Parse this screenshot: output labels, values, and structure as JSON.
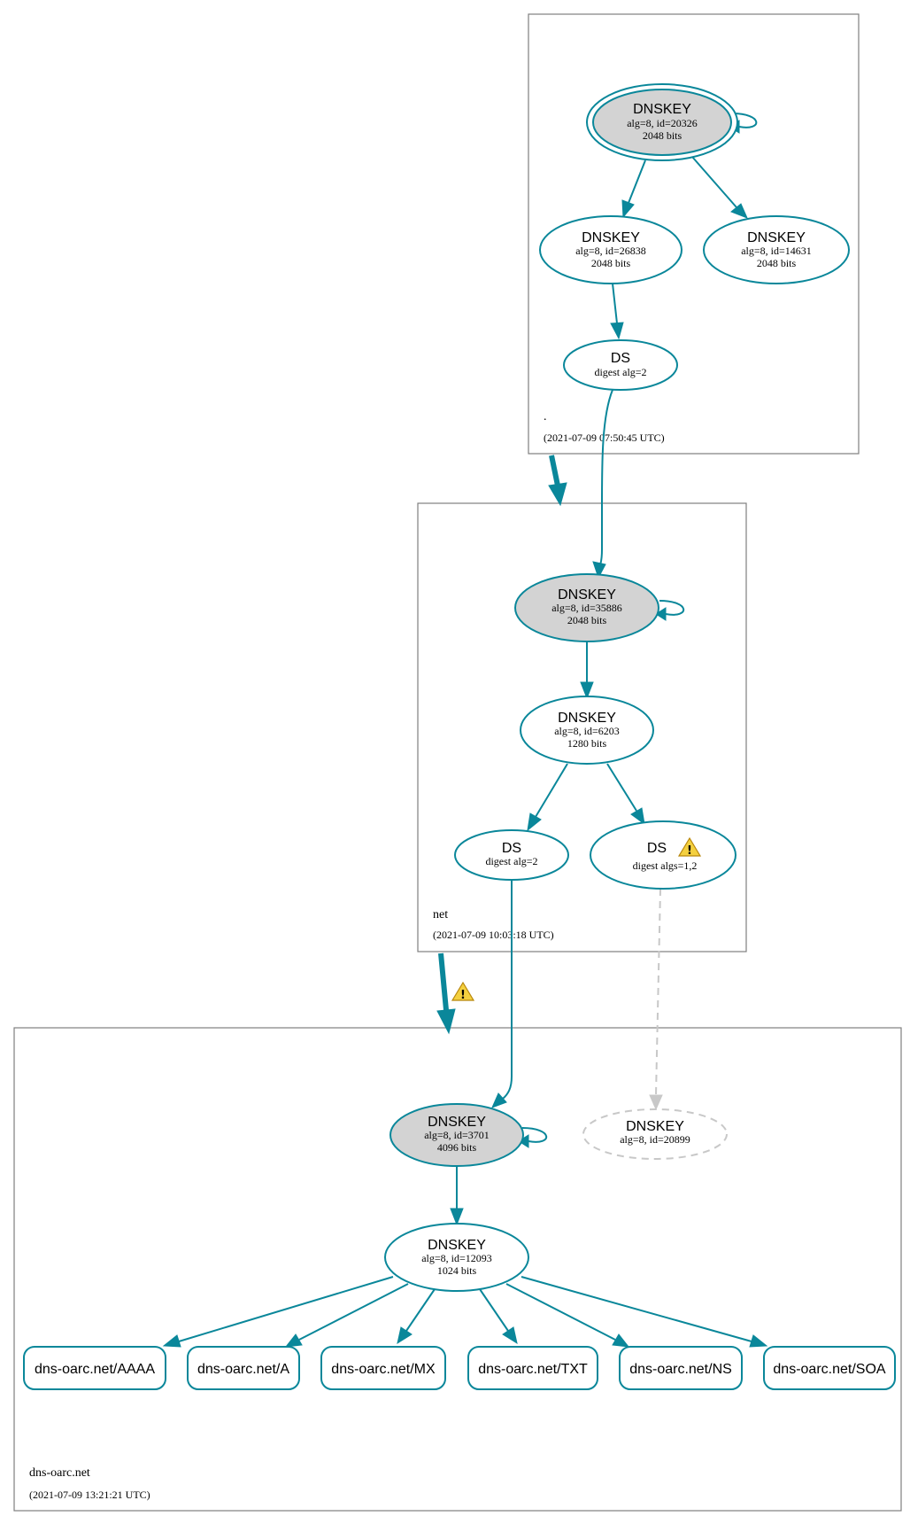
{
  "zones": {
    "root": {
      "name": ".",
      "timestamp": "(2021-07-09 07:50:45 UTC)"
    },
    "net": {
      "name": "net",
      "timestamp": "(2021-07-09 10:03:18 UTC)"
    },
    "dnsoarc": {
      "name": "dns-oarc.net",
      "timestamp": "(2021-07-09 13:21:21 UTC)"
    }
  },
  "nodes": {
    "root_ksk": {
      "title": "DNSKEY",
      "line1": "alg=8, id=20326",
      "line2": "2048 bits"
    },
    "root_zsk1": {
      "title": "DNSKEY",
      "line1": "alg=8, id=26838",
      "line2": "2048 bits"
    },
    "root_zsk2": {
      "title": "DNSKEY",
      "line1": "alg=8, id=14631",
      "line2": "2048 bits"
    },
    "root_ds": {
      "title": "DS",
      "line1": "digest alg=2"
    },
    "net_ksk": {
      "title": "DNSKEY",
      "line1": "alg=8, id=35886",
      "line2": "2048 bits"
    },
    "net_zsk": {
      "title": "DNSKEY",
      "line1": "alg=8, id=6203",
      "line2": "1280 bits"
    },
    "net_ds1": {
      "title": "DS",
      "line1": "digest alg=2"
    },
    "net_ds2": {
      "title": "DS",
      "line1": "digest algs=1,2"
    },
    "oarc_ksk": {
      "title": "DNSKEY",
      "line1": "alg=8, id=3701",
      "line2": "4096 bits"
    },
    "oarc_missing": {
      "title": "DNSKEY",
      "line1": "alg=8, id=20899"
    },
    "oarc_zsk": {
      "title": "DNSKEY",
      "line1": "alg=8, id=12093",
      "line2": "1024 bits"
    }
  },
  "rrsets": [
    "dns-oarc.net/AAAA",
    "dns-oarc.net/A",
    "dns-oarc.net/MX",
    "dns-oarc.net/TXT",
    "dns-oarc.net/NS",
    "dns-oarc.net/SOA"
  ],
  "icons": {
    "warning": "warning-icon"
  },
  "colors": {
    "secure": "#0a879a",
    "ksk_fill": "#d3d3d3",
    "missing": "#c8c8c8",
    "zone_border": "#7f7f7f"
  }
}
